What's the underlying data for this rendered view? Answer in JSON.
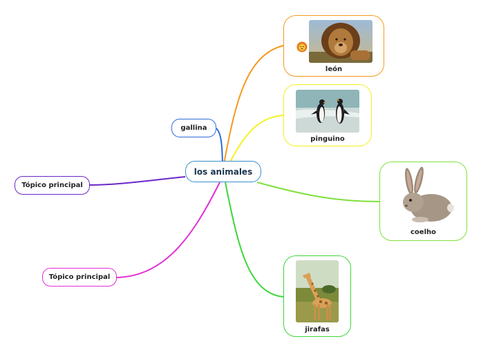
{
  "central_topic": "los animales",
  "topics": {
    "leon": {
      "label": "león",
      "color": "#f59a1c"
    },
    "pinguino": {
      "label": "pinguino",
      "color": "#f5f01c"
    },
    "coelho": {
      "label": "coelho",
      "color": "#7ee03a"
    },
    "jirafas": {
      "label": "jirafas",
      "color": "#3ed63a"
    },
    "gallina": {
      "label": "gallina",
      "color": "#2f6bd8"
    },
    "principal_1": {
      "label": "Tópico principal",
      "color": "#6a27c8"
    },
    "principal_2": {
      "label": "Tópico principal",
      "color": "#e12fd4"
    }
  },
  "icons": {
    "leon_sticker": "lion-face-icon"
  }
}
